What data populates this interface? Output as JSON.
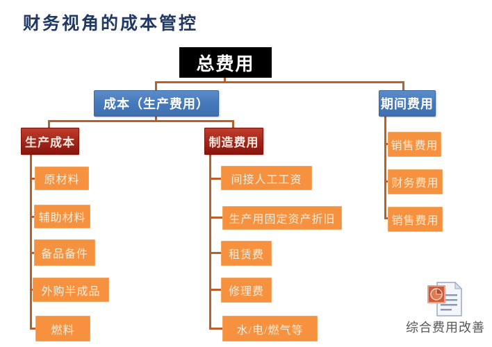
{
  "title": "财务视角的成本管控",
  "nodes": {
    "root": "总费用",
    "cost": "成本（生产费用）",
    "period": "期间费用",
    "production_cost": "生产成本",
    "manufacturing": "制造费用"
  },
  "production_items": [
    "原材料",
    "辅助材料",
    "备品备件",
    "外购半成品",
    "燃料"
  ],
  "manufacturing_items": [
    "间接人工工资",
    "生产用固定资产折旧",
    "租赁费",
    "修理费",
    "水/电/燃气等"
  ],
  "period_items": [
    "销售费用",
    "财务费用",
    "销售费用"
  ],
  "watermark": {
    "text": "综合费用改善",
    "icon": "ppt-document-icon"
  },
  "colors": {
    "title_text": "#1F3864",
    "root_box": "#000000",
    "blue_box": "#4A7EBB",
    "red_box": "#A1271A",
    "orange_box": "#F6923F",
    "connector": "#BC5E27",
    "watermark_text": "#3F3F3F"
  }
}
